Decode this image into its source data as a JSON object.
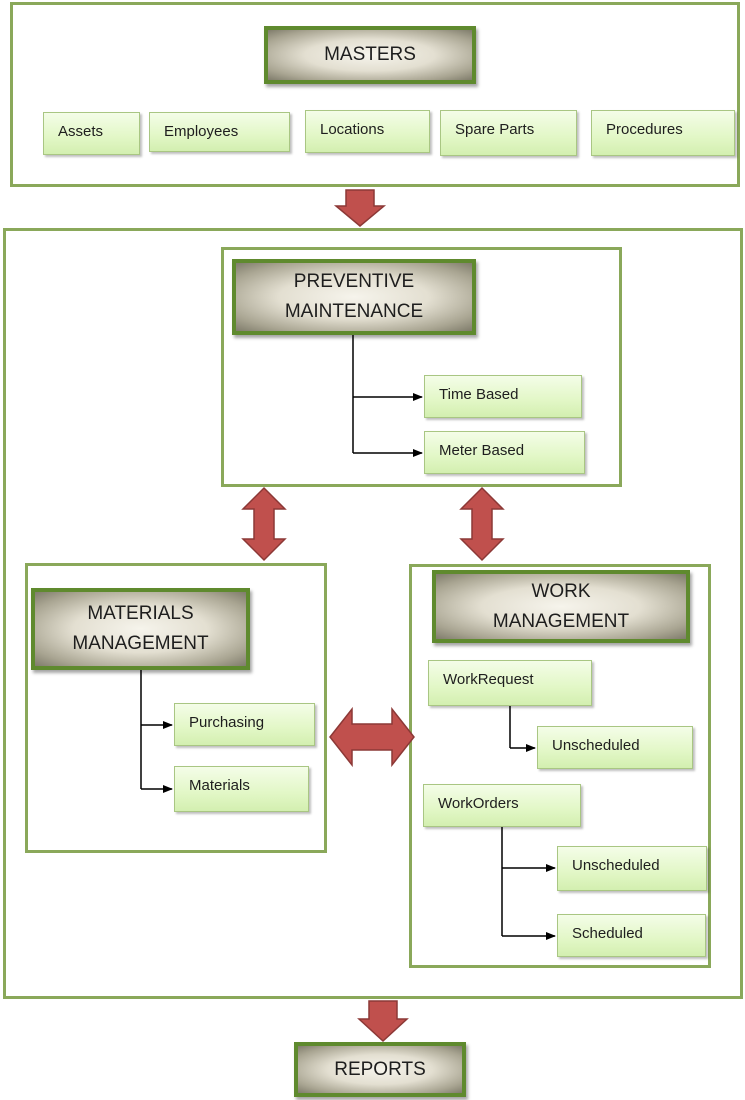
{
  "masters": {
    "title": "MASTERS",
    "items": [
      "Assets",
      "Employees",
      "Locations",
      "Spare Parts",
      "Procedures"
    ]
  },
  "preventive": {
    "title": "PREVENTIVE\nMAINTENANCE",
    "items": [
      "Time Based",
      "Meter Based"
    ]
  },
  "materials": {
    "title": "MATERIALS\nMANAGEMENT",
    "items": [
      "Purchasing",
      "Materials"
    ]
  },
  "work": {
    "title": "WORK\nMANAGEMENT",
    "request": {
      "label": "WorkRequest",
      "items": [
        "Unscheduled"
      ]
    },
    "orders": {
      "label": "WorkOrders",
      "items": [
        "Unscheduled",
        "Scheduled"
      ]
    }
  },
  "reports": {
    "title": "REPORTS"
  },
  "colors": {
    "frame_border": "#8aa85a",
    "header_border": "#5f8a2e",
    "box_fill": "#e2f7c6",
    "arrow_fill": "#c0504d",
    "arrow_stroke": "#8c3836"
  }
}
